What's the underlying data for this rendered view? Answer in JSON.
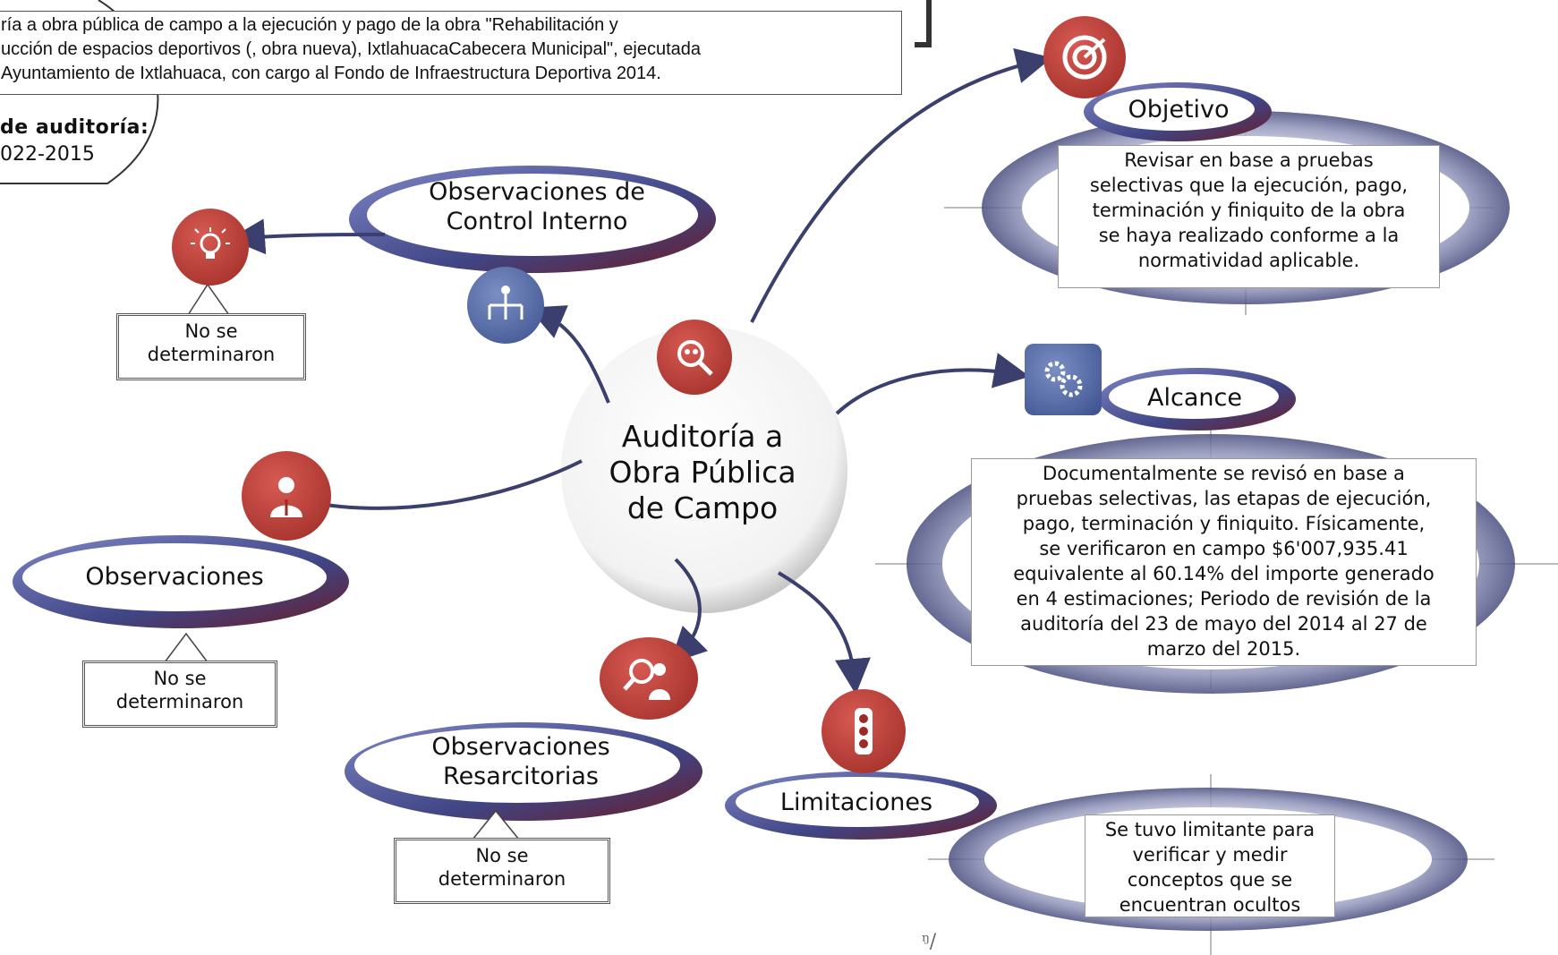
{
  "header": {
    "description_lines": [
      "ría a obra pública de campo a la ejecución y pago de la obra \"Rehabilitación y",
      "ucción de espacios deportivos (, obra nueva), IxtlahuacaCabecera Municipal\", ejecutada",
      "Ayuntamiento de Ixtlahuaca, con cargo al Fondo de Infraestructura Deportiva 2014."
    ],
    "audit_number_label": "de auditoría:",
    "audit_number_value": "022-2015"
  },
  "center": {
    "title_lines": [
      "Auditoría a",
      "Obra Pública",
      "de Campo"
    ],
    "icon": "magnifier-people-icon"
  },
  "nodes": {
    "objetivo": {
      "label": "Objetivo",
      "icon": "target-icon",
      "text_lines": [
        "Revisar en base a pruebas",
        "selectivas que la ejecución, pago,",
        "terminación y finiquito de la obra",
        "se haya realizado conforme a la",
        "normatividad aplicable."
      ]
    },
    "alcance": {
      "label": "Alcance",
      "icon": "gears-icon",
      "text_lines": [
        "Documentalmente se revisó en base a",
        "pruebas selectivas, las etapas de ejecución,",
        "pago, terminación y finiquito. Físicamente,",
        "se verificaron en campo $6'007,935.41",
        "equivalente al 60.14% del importe generado",
        "en 4 estimaciones; Periodo de revisión de la",
        "auditoría del 23 de mayo del 2014 al 27 de",
        "marzo del 2015."
      ]
    },
    "limitaciones": {
      "label": "Limitaciones",
      "icon": "traffic-light-icon",
      "text_lines": [
        "Se tuvo limitante para",
        "verificar y medir",
        "conceptos que se",
        "encuentran ocultos"
      ]
    },
    "control_interno": {
      "label_lines": [
        "Observaciones de",
        "Control Interno"
      ],
      "icon_a": "org-chart-icon",
      "icon_b": "lightbulb-icon",
      "result_lines": [
        "No se",
        "determinaron"
      ]
    },
    "observaciones": {
      "label": "Observaciones",
      "icon": "business-people-icon",
      "result_lines": [
        "No se",
        "determinaron"
      ]
    },
    "resarcitorias": {
      "label_lines": [
        "Observaciones",
        "Resarcitorias"
      ],
      "icon": "search-people-icon",
      "result_lines": [
        "No se",
        "determinaron"
      ]
    }
  },
  "signature": "ᵑ/"
}
